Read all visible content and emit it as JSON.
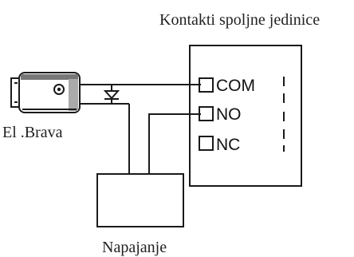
{
  "title": "Kontakti spoljne jedinice",
  "lock_label": "El .Brava",
  "power_label": "Napajanje",
  "terminals": [
    {
      "label": "COM"
    },
    {
      "label": "NO"
    },
    {
      "label": "NC"
    }
  ],
  "icons": {
    "lock": "electric-lock-icon",
    "diode": "diode-icon"
  },
  "colors": {
    "line": "#1a1a1a",
    "background": "#ffffff"
  }
}
